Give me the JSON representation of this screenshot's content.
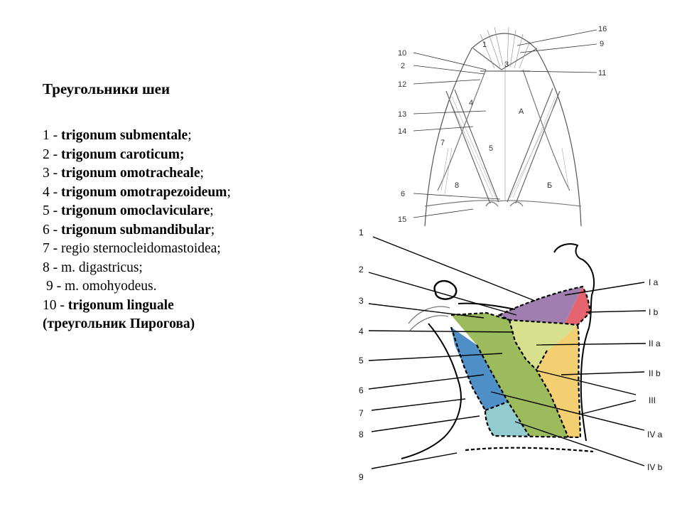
{
  "title": "Треугольники шеи",
  "legend": [
    {
      "num": "1 - ",
      "term": "trigonum submentale",
      "suffix": ";",
      "bold": true
    },
    {
      "num": "2 - ",
      "term": "trigonum caroticum;",
      "suffix": "",
      "bold": true
    },
    {
      "num": "3 - ",
      "term": "trigonum omotracheale",
      "suffix": ";",
      "bold": true
    },
    {
      "num": "4 - ",
      "term": "trigonum omotrapezoideum",
      "suffix": ";",
      "bold": true
    },
    {
      "num": "5 - ",
      "term": "trigonum omoclaviculare",
      "suffix": ";",
      "bold": true
    },
    {
      "num": "6 - ",
      "term": "trigonum submandibular",
      "suffix": ";",
      "bold": true
    },
    {
      "num": "7 - ",
      "term": "regio sternocleidomastoidea;",
      "suffix": "",
      "bold": false
    },
    {
      "num": "8 - ",
      "term": "m. digastricus;",
      "suffix": "",
      "bold": false
    },
    {
      "num": "9 - ",
      "term": "m. omohyodeus.",
      "suffix": "",
      "bold": false
    },
    {
      "num": "10 - ",
      "term": "trigonum linguale",
      "suffix": "",
      "bold": true
    },
    {
      "num": "",
      "term": "(треугольник Пирогова)",
      "suffix": "",
      "bold": true
    }
  ],
  "diagram_top": {
    "left_labels": [
      "10",
      "2",
      "12",
      "13",
      "14",
      "6",
      "15"
    ],
    "right_labels": [
      "16",
      "9",
      "11"
    ],
    "region_labels": [
      "1",
      "3",
      "4",
      "5",
      "7",
      "8",
      "А",
      "Б"
    ]
  },
  "diagram_bottom": {
    "left_labels": [
      "1",
      "2",
      "3",
      "4",
      "5",
      "6",
      "7",
      "8",
      "9"
    ],
    "right_labels": [
      "I a",
      "I b",
      "II a",
      "II b",
      "III",
      "IV a",
      "IV b"
    ],
    "colors": {
      "purple": "#a07fb0",
      "red": "#e56470",
      "green": "#9bbb5d",
      "blue": "#4f8fc8",
      "lightgreen": "#d7e08d",
      "orange": "#f4cf72",
      "teal": "#93ccd0"
    }
  }
}
